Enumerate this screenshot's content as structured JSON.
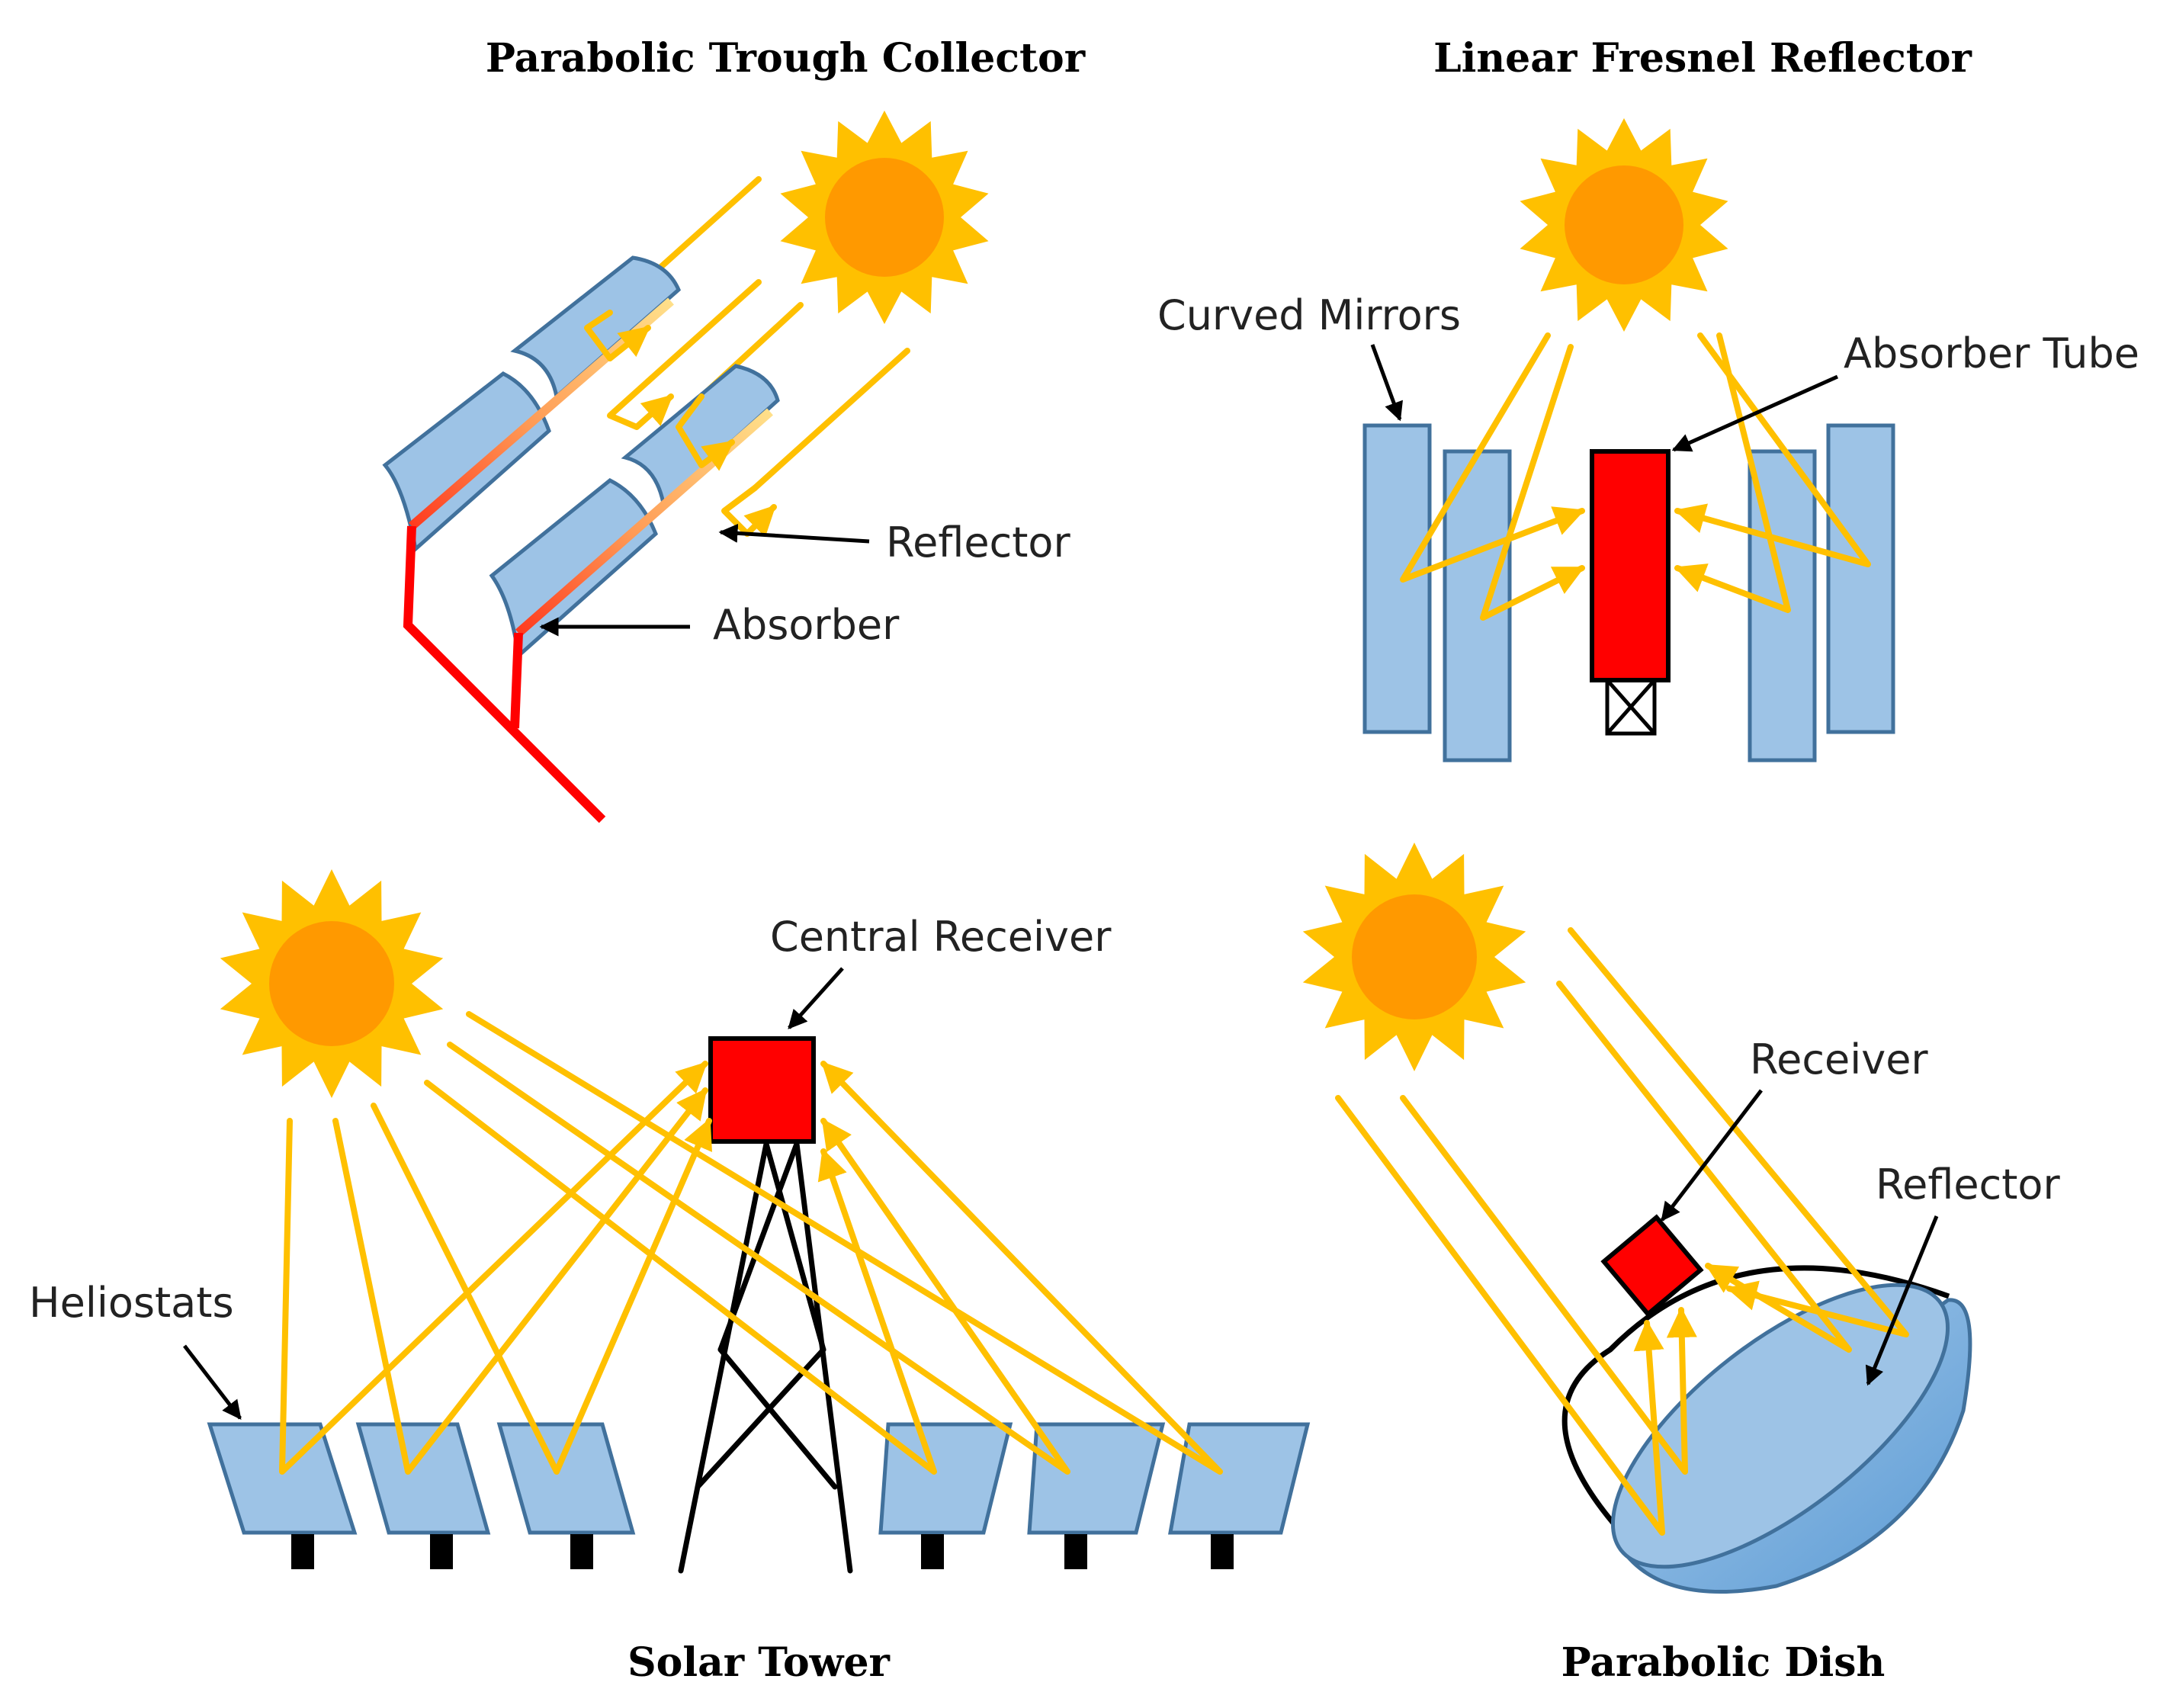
{
  "titles": {
    "trough": "Parabolic Trough Collector",
    "fresnel": "Linear Fresnel Reflector",
    "tower": "Solar Tower",
    "dish": "Parabolic Dish"
  },
  "labels": {
    "trough_reflector": "Reflector",
    "trough_absorber": "Absorber",
    "fresnel_mirrors": "Curved Mirrors",
    "fresnel_tube": "Absorber Tube",
    "tower_receiver": "Central Receiver",
    "tower_heliostats": "Heliostats",
    "dish_receiver": "Receiver",
    "dish_reflector": "Reflector"
  },
  "colors": {
    "sun_outer": "#FFC000",
    "sun_inner": "#FF9900",
    "mirror_fill": "#9DC3E6",
    "mirror_stroke": "#41719C",
    "ray": "#FFC000",
    "receiver": "#FF0000"
  }
}
